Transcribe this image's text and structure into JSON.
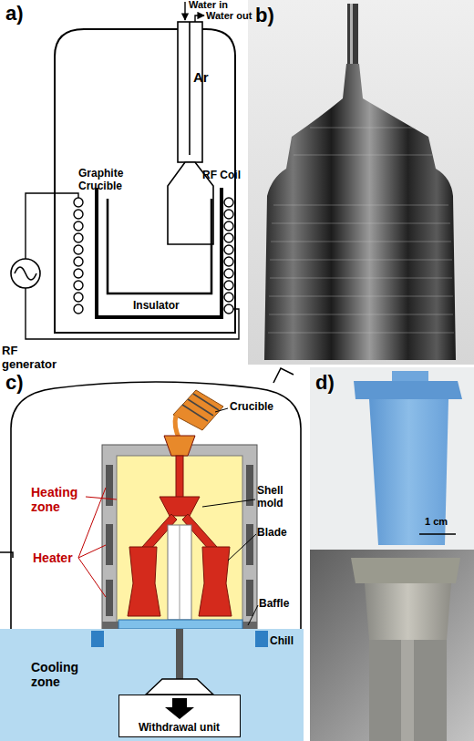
{
  "diagram": {
    "nodes": [
      {
        "text": [
          "Ar"
        ]
      },
      {
        "text": [
          "Cooling zone"
        ]
      },
      {
        "text": [
          "Withdrawal unit"
        ],
        "in": 1
      }
    ],
    "labels": [
      "a)",
      "Water in",
      "Water out",
      "Graphite Crucible",
      "RF Coil",
      "Insulator",
      "RF generator",
      "b)",
      "c)",
      "Crucible",
      "Heating zone",
      "Heater",
      "Shell mold",
      "Blade",
      "Baffle",
      "Chill",
      "d)",
      "1 cm"
    ]
  }
}
